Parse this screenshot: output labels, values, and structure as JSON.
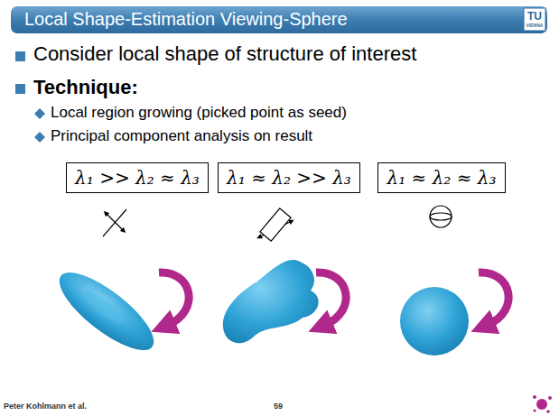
{
  "diagram": {
    "title": "Local Shape-Estimation Viewing-Sphere",
    "nodes": [
      {
        "text": [
          "λ₁ >> λ₂ ≈ λ₃"
        ]
      },
      {
        "text": [
          "λ₁ ≈ λ₂ >> λ₃"
        ]
      },
      {
        "text": [
          "λ₁ ≈ λ₂ ≈ λ₃"
        ]
      }
    ],
    "labels": [
      "TU",
      "VIENNA",
      "Consider local shape of structure of interest",
      "Technique:",
      "Local region growing (picked point as seed)",
      "Principal component analysis on result",
      "Peter Kohlmann et al.",
      "59"
    ]
  }
}
